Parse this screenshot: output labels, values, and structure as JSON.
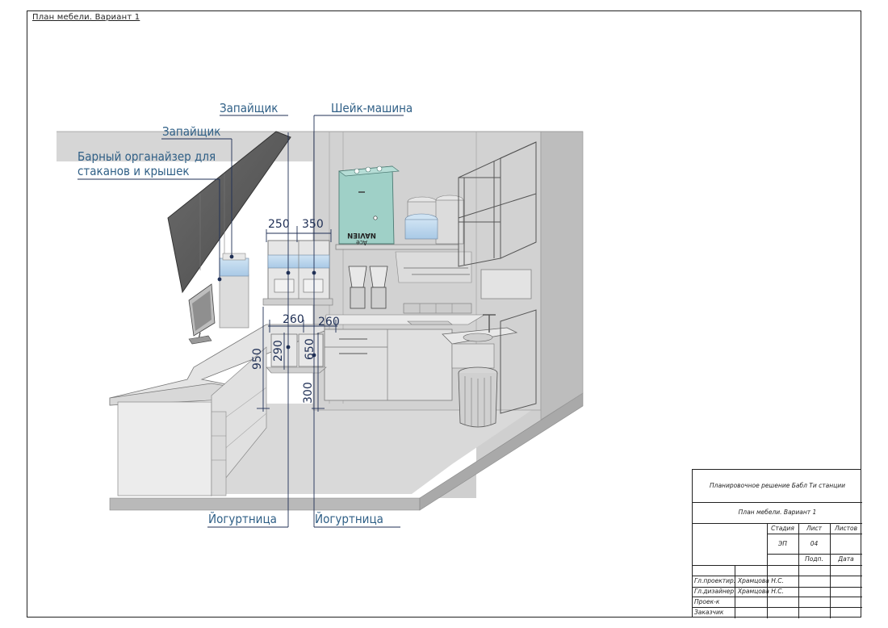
{
  "sheet_title": "План мебели. Вариант 1",
  "callouts": {
    "sealer_top": "Запайщик",
    "sealer_left": "Запайщик",
    "shake_machine": "Шейк-машина",
    "bar_organizer_line1": "Барный органайзер для",
    "bar_organizer_line2": "стаканов и крышек",
    "yogurt_left": "Йогуртница",
    "yogurt_right": "Йогуртница"
  },
  "dimensions": {
    "d250": "250",
    "d350": "350",
    "d260a": "260",
    "d260b": "260",
    "d950": "950",
    "d290": "290",
    "d650": "650",
    "d300": "300"
  },
  "appliance_labels": {
    "boiler_brand": "NAVIEN",
    "boiler_model": "Ace"
  },
  "colors": {
    "callout_text": "#2f5f86",
    "boiler": "#9fd0c7",
    "walls": "#c8c8c8",
    "floor": "#cfcfcf"
  },
  "stamp": {
    "project_title": "Планировочное решение Бабл Ти станции",
    "sheet_name": "План мебели. Вариант 1",
    "stage_label": "Стадия",
    "sheet_label": "Лист",
    "sheets_label": "Листов",
    "stage_value": "ЭП",
    "sheet_value": "04",
    "sign_label": "Подп.",
    "date_label": "Дата",
    "roles": [
      "Гл.проектир.",
      "Гл.дизайнер",
      "Проек-к",
      "Заказчик"
    ],
    "names": [
      "Храмцова Н.С.",
      "Храмцова Н.С.",
      "",
      ""
    ]
  }
}
